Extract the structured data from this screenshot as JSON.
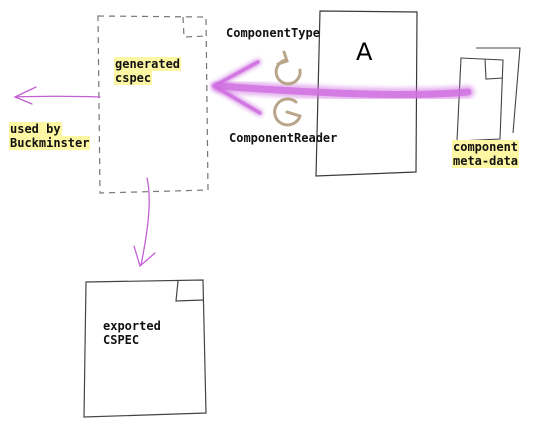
{
  "labels": {
    "generated_line1": "generated",
    "generated_line2": "cspec",
    "used_by_line1": "used by",
    "used_by_line2": "Buckminster",
    "component_type": "ComponentType",
    "component_reader": "ComponentReader",
    "reader_box_letter": "A",
    "metadata_line1": "component",
    "metadata_line2": "meta-data",
    "exported_line1": "exported",
    "exported_line2": "CSPEC"
  },
  "colors": {
    "arrow_main": "#cf6fe0",
    "arrow_thin": "#c35fd4",
    "highlight": "#fdf7a3",
    "cycle_icon": "#b8a58a",
    "sketch_stroke": "#3a3a3a"
  },
  "icons": {
    "type_cycle": "refresh-cycle-icon",
    "reader_cycle": "refresh-cycle-icon"
  }
}
